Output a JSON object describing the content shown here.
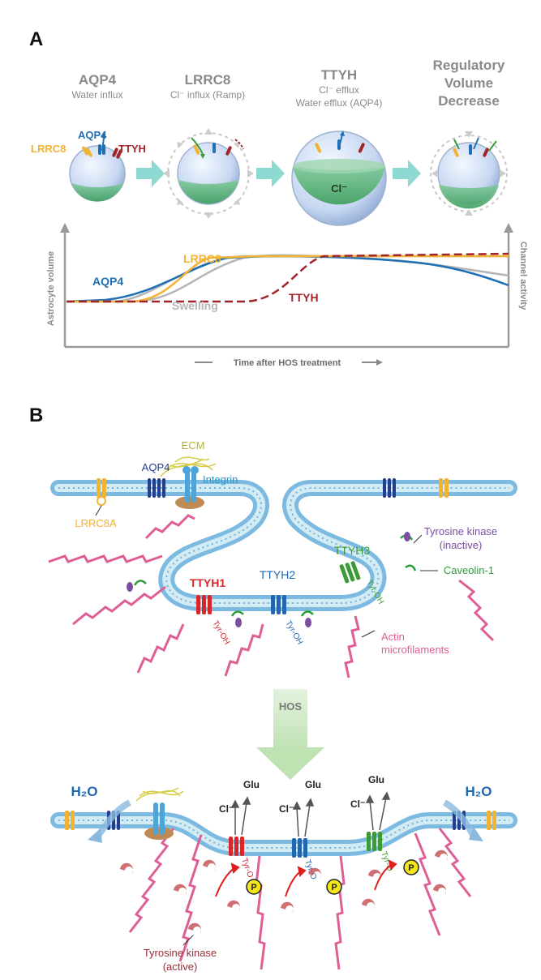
{
  "panel_a": {
    "label": "A",
    "stages": [
      {
        "title": "AQP4",
        "sub1": "Water influx",
        "sub2": ""
      },
      {
        "title": "LRRC8",
        "sub1": "Cl⁻ influx (Ramp)",
        "sub2": ""
      },
      {
        "title": "TTYH",
        "sub1": "Cl⁻ efflux",
        "sub2": "Water efflux (AQP4)"
      },
      {
        "title": "Regulatory",
        "sub1": "Volume",
        "sub2": "Decrease"
      }
    ],
    "cell_labels": {
      "lrrc8": "LRRC8",
      "aqp4": "AQP4",
      "ttyh": "TTYH",
      "cl": "Cl⁻"
    },
    "graph": {
      "y_left": "Astrocyte volume",
      "y_right": "Channel activity",
      "x_label": "Time after HOS treatment",
      "curves": {
        "aqp4": "AQP4",
        "lrrc8": "LRRC8",
        "swelling": "Swelling",
        "ttyh": "TTYH"
      }
    }
  },
  "panel_b": {
    "label": "B",
    "top": {
      "ecm": "ECM",
      "aqp4": "AQP4",
      "integrin": "Integrin",
      "lrrc8a": "LRRC8A",
      "tyrosine_kinase": "Tyrosine kinase",
      "inactive": "(inactive)",
      "caveolin": "Caveolin-1",
      "ttyh1": "TTYH1",
      "ttyh2": "TTYH2",
      "ttyh3": "TTYH3",
      "tyr_oh": "Tyr-OH",
      "actin": "Actin",
      "microfilaments": "microfilaments"
    },
    "hos": "HOS",
    "bottom": {
      "h2o": "H₂O",
      "cl": "Cl⁻",
      "glu": "Glu",
      "tyr_o": "Tyr-O",
      "p": "P",
      "tyrosine_kinase": "Tyrosine kinase",
      "active": "(active)"
    }
  },
  "colors": {
    "aqp4": "#1f6fb5",
    "lrrc8": "#f2b233",
    "ttyh": "#a0252a",
    "swelling": "#b5b5b5",
    "gray_text": "#808080",
    "arrow_teal": "#8fd9d3",
    "membrane": "#8fc6e6",
    "actin": "#de5f95",
    "kinase": "#7b4fa0",
    "caveolin": "#2e9b3a",
    "ttyh1": "#d9262a",
    "ttyh2": "#2166b0",
    "ttyh3": "#3d9a35",
    "phospho": "#f3e71c"
  }
}
